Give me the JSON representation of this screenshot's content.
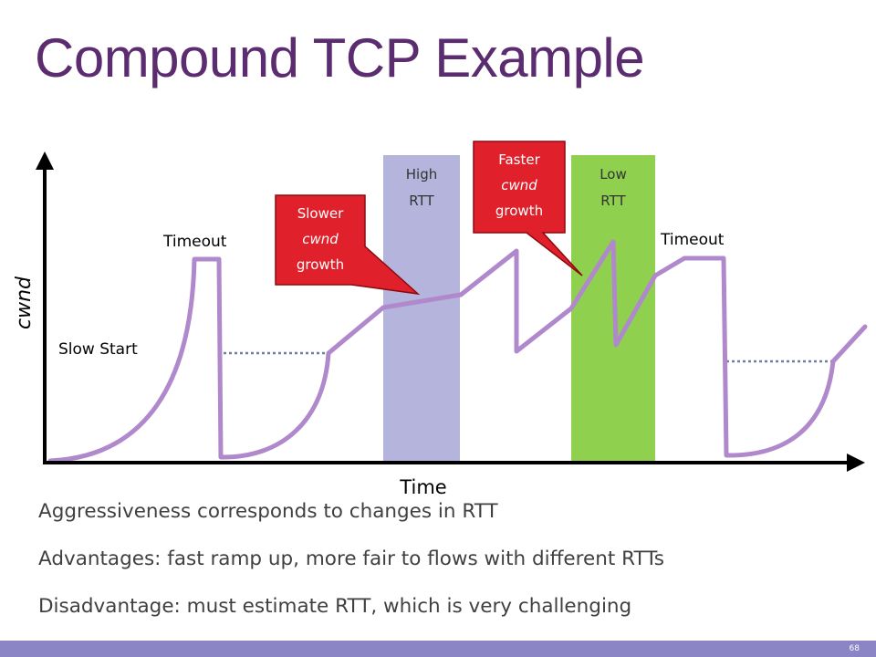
{
  "slide": {
    "title": "Compound TCP Example",
    "page_number": "68",
    "colors": {
      "title": "#5B2C6F",
      "footer": "#8B85C6",
      "bullet_text": "#404040"
    }
  },
  "diagram": {
    "y_axis_label": "cwnd",
    "x_axis_label": "Time",
    "labels": {
      "slow_start": "Slow Start",
      "timeout_1": "Timeout",
      "timeout_2": "Timeout"
    },
    "bands": [
      {
        "name": "high-rtt",
        "line1": "High",
        "line2": "RTT",
        "color": "#B4B4DC"
      },
      {
        "name": "low-rtt",
        "line1": "Low",
        "line2": "RTT",
        "color": "#8FD14F"
      }
    ],
    "callouts": {
      "slower": {
        "line1": "Slower",
        "line2": "cwnd",
        "line3": "growth"
      },
      "faster": {
        "line1": "Faster",
        "line2": "cwnd",
        "line3": "growth"
      }
    },
    "colors": {
      "curve": "#B088CC",
      "axis": "#000000",
      "dotted": "#6B7FA0",
      "callout_fill": "#E0202A",
      "callout_border": "#8B0A10"
    }
  },
  "bullets": [
    "Aggressiveness corresponds to changes in RTT",
    "Advantages: fast ramp up, more fair to flows with different RTTs",
    "Disadvantage: must estimate RTT, which is very challenging"
  ]
}
